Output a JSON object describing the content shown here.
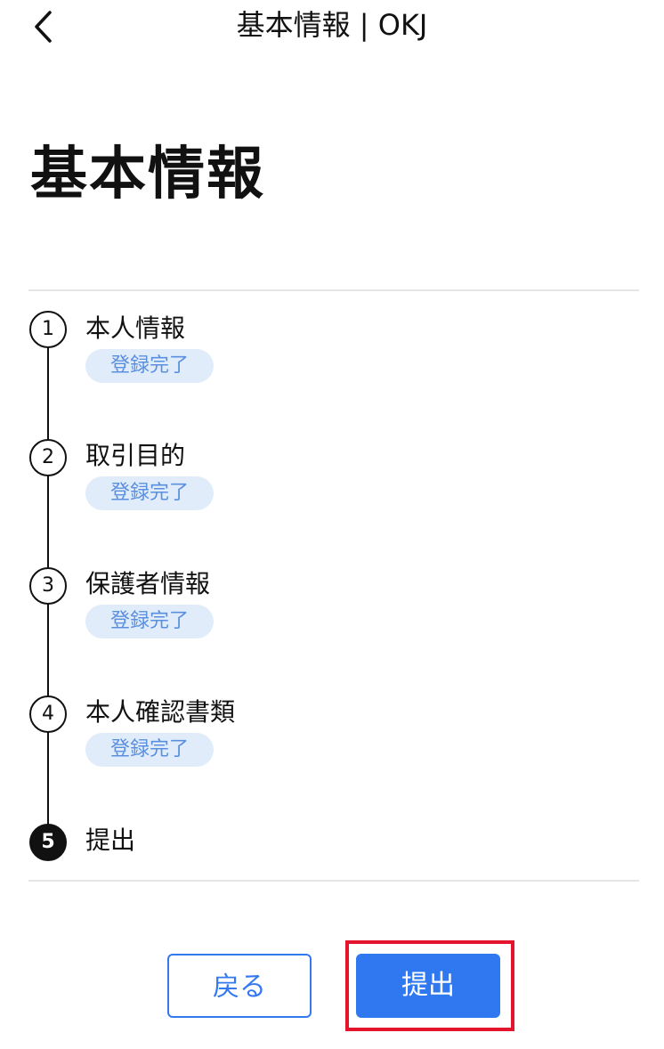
{
  "nav": {
    "title": "基本情報 | OKJ",
    "back_icon": "chevron-left-icon"
  },
  "page": {
    "title": "基本情報"
  },
  "steps": [
    {
      "number": "1",
      "label": "本人情報",
      "status": "登録完了"
    },
    {
      "number": "2",
      "label": "取引目的",
      "status": "登録完了"
    },
    {
      "number": "3",
      "label": "保護者情報",
      "status": "登録完了"
    },
    {
      "number": "4",
      "label": "本人確認書類",
      "status": "登録完了"
    },
    {
      "number": "5",
      "label": "提出",
      "current": true
    }
  ],
  "buttons": {
    "back_label": "戻る",
    "submit_label": "提出"
  },
  "colors": {
    "accent": "#2f78ef",
    "badge_bg": "#e1ecfb",
    "badge_text": "#5a8fe0",
    "highlight": "#e3142b"
  }
}
